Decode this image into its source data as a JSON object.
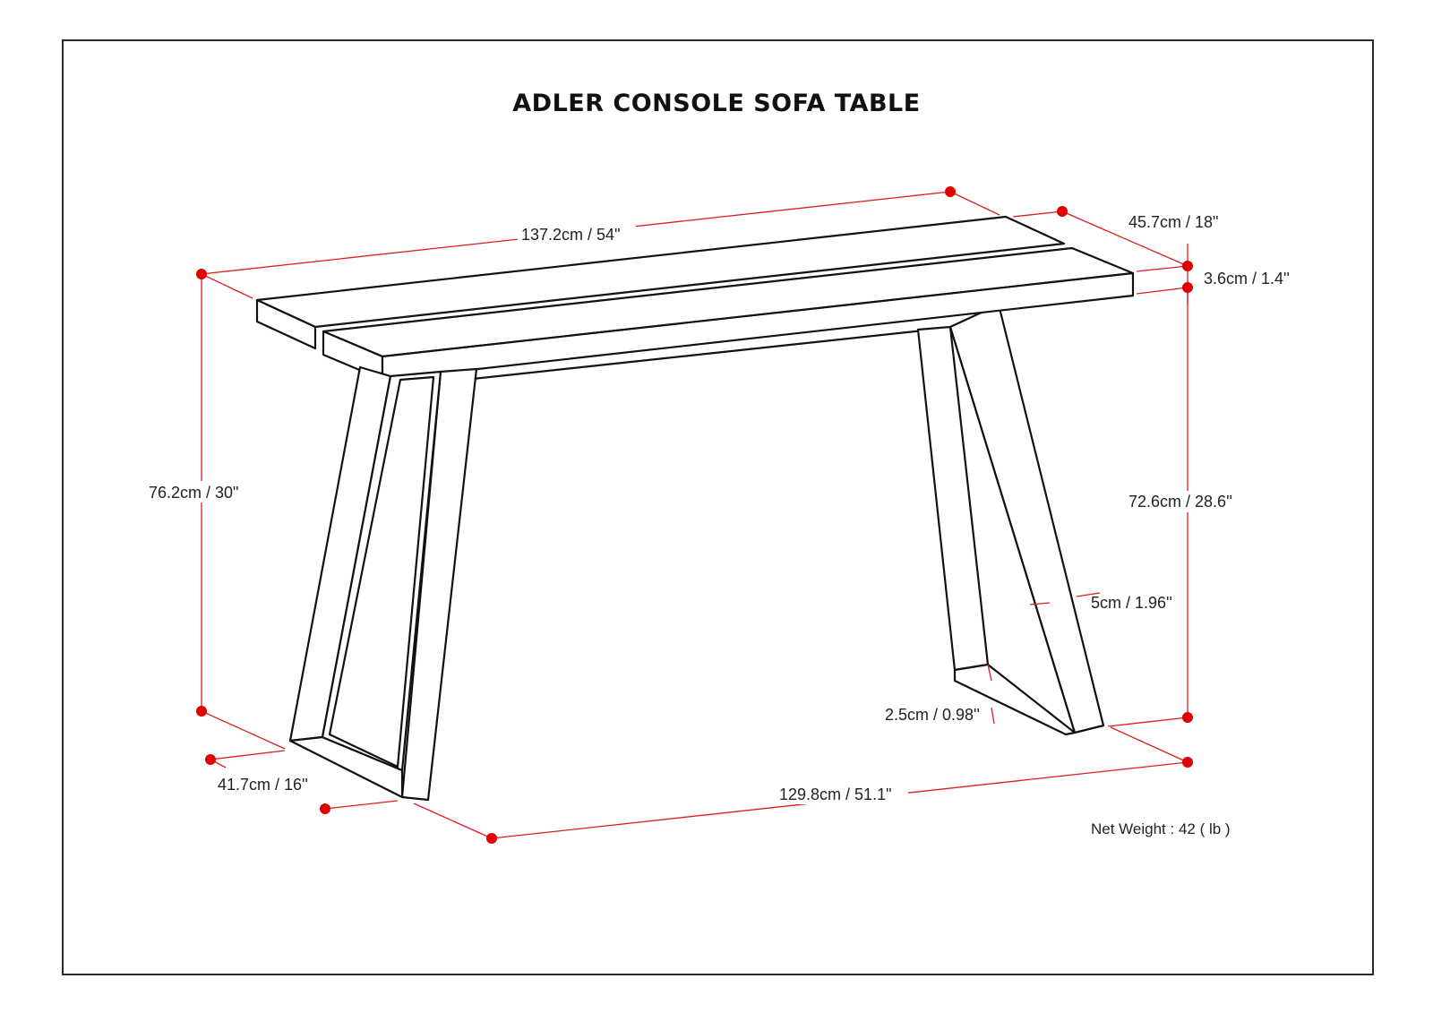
{
  "title": "ADLER CONSOLE SOFA TABLE",
  "dimensions": {
    "length": "137.2cm / 54\"",
    "depth": "45.7cm / 18\"",
    "top_thickness": "3.6cm / 1.4''",
    "height": "76.2cm / 30\"",
    "clearance_height": "72.6cm / 28.6''",
    "leg_width": "5cm / 1.96''",
    "leg_thickness": "2.5cm / 0.98''",
    "leg_depth": "41.7cm / 16''",
    "leg_span": "129.8cm / 51.1\""
  },
  "net_weight": "Net Weight : 42 ( lb )",
  "colors": {
    "outline": "#111111",
    "dimension": "#d91f1f",
    "marker": "#e00000"
  }
}
